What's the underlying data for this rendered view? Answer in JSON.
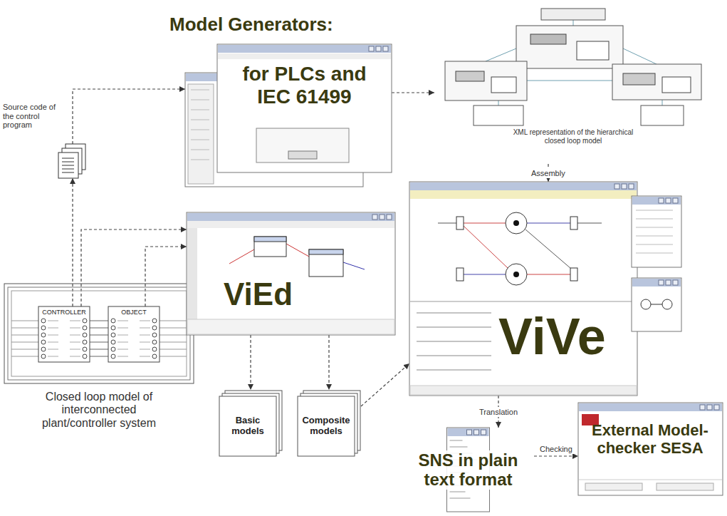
{
  "diagram": {
    "nodes": [
      {
        "text": [
          "Source code of the control program"
        ]
      },
      {
        "text": [
          "Model Generators:",
          "for PLCs and IEC 61499"
        ]
      },
      {
        "text": [
          "XML representation of the hierarchical closed loop model"
        ]
      },
      {
        "text": [
          "Closed loop model of interconnected plant/controller system"
        ]
      },
      {
        "text": [
          "CONTROLLER"
        ],
        "in": 3
      },
      {
        "text": [
          "OBJECT"
        ],
        "in": 3
      },
      {
        "text": [
          "ViEd"
        ]
      },
      {
        "text": [
          "ViVe"
        ]
      },
      {
        "text": [
          "Basic models"
        ]
      },
      {
        "text": [
          "Composite models"
        ]
      },
      {
        "text": [
          "SNS in plain text format"
        ]
      },
      {
        "text": [
          "External Model-checker SESA"
        ]
      }
    ],
    "edges": [
      {
        "from": 4,
        "to": 0,
        "arrow": "to"
      },
      {
        "from": 0,
        "to": 1,
        "arrow": "to"
      },
      {
        "from": 4,
        "to": 6,
        "arrow": "to"
      },
      {
        "from": 5,
        "to": 6,
        "arrow": "to"
      },
      {
        "from": 1,
        "to": 2,
        "arrow": "to"
      },
      {
        "from": 2,
        "to": 7,
        "label": "Assembly",
        "arrow": "to"
      },
      {
        "from": 6,
        "to": 8,
        "arrow": "to"
      },
      {
        "from": 6,
        "to": 9,
        "arrow": "to"
      },
      {
        "from": 9,
        "to": 7,
        "arrow": "to"
      },
      {
        "from": 7,
        "to": 10,
        "label": "Translation",
        "arrow": "to"
      },
      {
        "from": 10,
        "to": 11,
        "label": "Checking",
        "arrow": "to"
      }
    ]
  }
}
